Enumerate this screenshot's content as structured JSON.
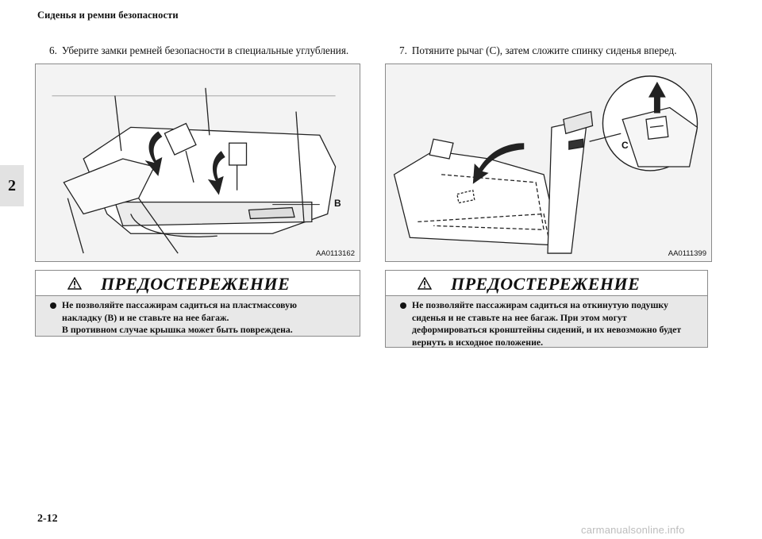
{
  "header": {
    "title": "Сиденья и ремни безопасности"
  },
  "chapter_tab": "2",
  "steps": {
    "left": {
      "number": "6.",
      "text": "Уберите замки ремней безопасности в специальные углубления."
    },
    "right": {
      "number": "7.",
      "text": "Потяните рычаг (C), затем сложите спинку сиденья вперед."
    }
  },
  "figures": {
    "left": {
      "code": "AA0113162",
      "callout": "B"
    },
    "right": {
      "code": "AA0111399",
      "callout": "C"
    }
  },
  "warnings": {
    "left": {
      "title": "ПРЕДОСТЕРЕЖЕНИЕ",
      "lines": [
        "Не позволяйте пассажирам садиться на пластмассовую",
        "накладку (B) и не ставьте на нее багаж.",
        "В противном случае крышка может быть повреждена."
      ]
    },
    "right": {
      "title": "ПРЕДОСТЕРЕЖЕНИЕ",
      "lines": [
        "Не позволяйте пассажирам садиться на откинутую подушку",
        "сиденья и не ставьте на нее багаж. При этом могут",
        "деформироваться кронштейны сидений, и их невозможно будет",
        "вернуть в исходное положение."
      ]
    }
  },
  "page_number": "2-12",
  "watermark": "carmanualsonline.info"
}
